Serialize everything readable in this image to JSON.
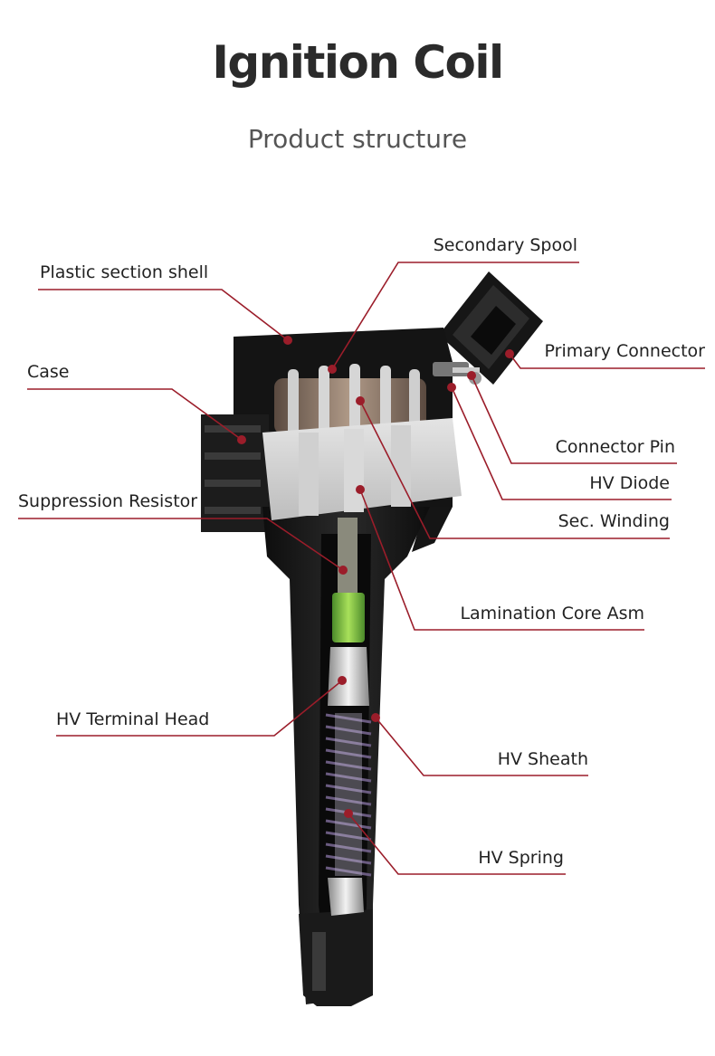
{
  "title": "Ignition Coil",
  "subtitle": "Product structure",
  "accent_color": "#9b1d2a",
  "labels": {
    "plastic_section_shell": "Plastic section shell",
    "secondary_spool": "Secondary Spool",
    "case": "Case",
    "primary_connector": "Primary Connector",
    "connector_pin": "Connector Pin",
    "hv_diode": "HV Diode",
    "suppression_resistor": "Suppression Resistor",
    "sec_winding": "Sec. Winding",
    "lamination_core_asm": "Lamination Core Asm",
    "hv_terminal_head": "HV Terminal Head",
    "hv_sheath": "HV Sheath",
    "hv_spring": "HV Spring"
  }
}
